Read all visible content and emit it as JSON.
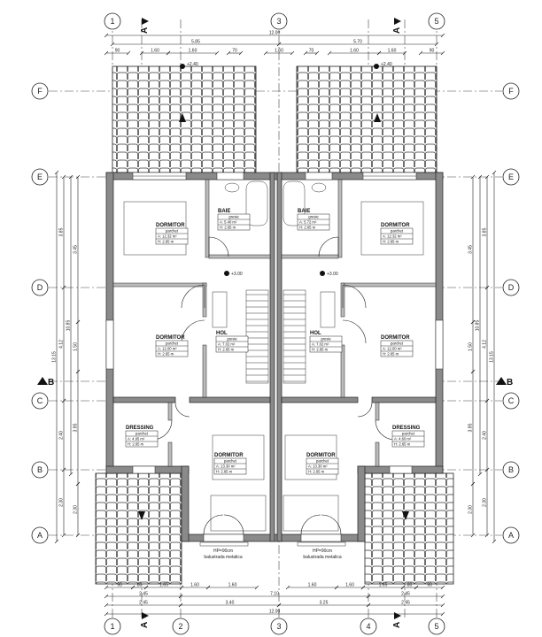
{
  "grid": {
    "columns": [
      "1",
      "2",
      "3",
      "4",
      "5"
    ],
    "rows": [
      "F",
      "E",
      "D",
      "C",
      "B",
      "A"
    ],
    "section_a": "A",
    "section_b": "B"
  },
  "elevations": {
    "roof_left": "+2.40",
    "roof_right": "+2.40",
    "hol_left": "+3.00",
    "hol_right": "+3.00"
  },
  "dims": {
    "top_overall": [
      "12.00"
    ],
    "top_halves": [
      "5.85",
      "5.70"
    ],
    "top_openings": [
      "90",
      "1.60",
      "1.60",
      "70",
      "1.60",
      "70",
      "1.60",
      "1.60",
      "90"
    ],
    "bottom_openings": [
      "90",
      "80",
      "1.65",
      "1.60",
      "1.60",
      "1.60",
      "1.60",
      "1.65",
      "80",
      "90"
    ],
    "bottom_parts": [
      "2.45",
      "7.10",
      "2.45"
    ],
    "bottom_axes": [
      "2.45",
      "3.40",
      "3.25",
      "2.45"
    ],
    "bottom_overall": [
      "12.00"
    ],
    "side_overall": [
      "13.15"
    ],
    "side_axes": [
      "3.85",
      "4.12",
      "2.40",
      "2.30"
    ],
    "side_body": [
      "10.85"
    ],
    "side_openings": [
      "3.45",
      "1.50",
      "3.95",
      "2.30"
    ]
  },
  "rooms": [
    {
      "name": "DORMITOR",
      "floor": "parchet",
      "area": "A: 12.32 m²",
      "height": "H: 2.65 m"
    },
    {
      "name": "BAIE",
      "floor": "gresie",
      "area": "A: 5.40 m²",
      "height": "H: 2.65 m"
    },
    {
      "name": "DORMITOR",
      "floor": "parchet",
      "area": "A: 12.00 m²",
      "height": "H: 2.65 m"
    },
    {
      "name": "HOL",
      "floor": "gresie",
      "area": "A: 7.02 m²",
      "height": "H: 2.65 m"
    },
    {
      "name": "DRESSING",
      "floor": "parchet",
      "area": "A: 4.95 m²",
      "height": "H: 2.65 m"
    },
    {
      "name": "DORMITOR",
      "floor": "parchet",
      "area": "A: 13.30 m²",
      "height": "H: 2.65 m"
    },
    {
      "name": "BAIE",
      "floor": "gresie",
      "area": "A: 5.72 m²",
      "height": "H: 2.65 m"
    },
    {
      "name": "DORMITOR",
      "floor": "parchet",
      "area": "A: 12.32 m²",
      "height": "H: 2.65 m"
    },
    {
      "name": "HOL",
      "floor": "gresie",
      "area": "A: 7.02 m²",
      "height": "H: 2.65 m"
    },
    {
      "name": "DORMITOR",
      "floor": "parchet",
      "area": "A: 12.00 m²",
      "height": "H: 2.65 m"
    },
    {
      "name": "DORMITOR",
      "floor": "parchet",
      "area": "A: 13.30 m²",
      "height": "H: 2.65 m"
    },
    {
      "name": "DRESSING",
      "floor": "parchet",
      "area": "A: 4.60 m²",
      "height": "H: 2.65 m"
    }
  ],
  "balcony": {
    "left_hp": "HP=90cm",
    "left_rail": "balustrada metalica",
    "right_hp": "HP=90cm",
    "right_rail": "balustrada metalica"
  },
  "colors": {
    "wall": "#8a8a8a",
    "line": "#222222",
    "background": "#ffffff"
  }
}
